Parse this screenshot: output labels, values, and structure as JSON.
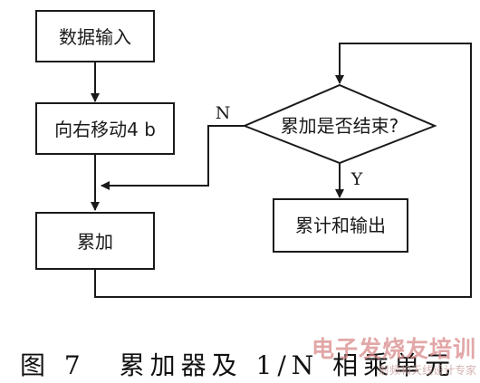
{
  "diagram": {
    "nodes": {
      "data_input": "数据输入",
      "shift_right": "向右移动4 b",
      "accumulate": "累加",
      "accum_done": "累加是否结束?",
      "sum_output": "累计和输出"
    },
    "edge_labels": {
      "no": "N",
      "yes": "Y"
    }
  },
  "caption": {
    "figure_number": "图 7",
    "title": "累加器及 1/N 相乘单元"
  },
  "watermark": {
    "main": "电子发烧友培训",
    "sub": "射频和天线设计专家"
  }
}
